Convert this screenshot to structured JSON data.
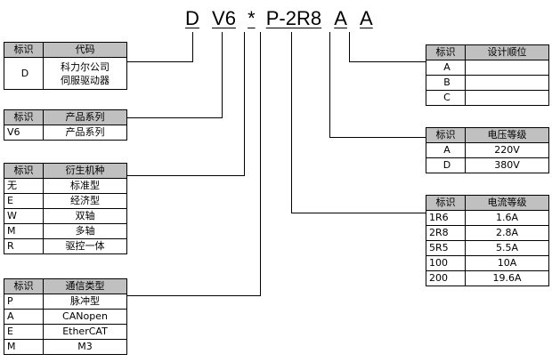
{
  "code_parts": [
    "D",
    "V6",
    "*",
    "P-2R8",
    "A",
    "A"
  ],
  "tables": {
    "code": {
      "header": [
        "标识",
        "代码"
      ],
      "rows": [
        [
          "D",
          "科力尔公司\n伺服驱动器"
        ]
      ]
    },
    "series": {
      "header": [
        "标识",
        "产品系列"
      ],
      "rows": [
        [
          "V6",
          "产品系列"
        ]
      ]
    },
    "derivative": {
      "header": [
        "标识",
        "衍生机种"
      ],
      "rows": [
        [
          "无",
          "标准型"
        ],
        [
          "E",
          "经济型"
        ],
        [
          "W",
          "双轴"
        ],
        [
          "M",
          "多轴"
        ],
        [
          "R",
          "驱控一体"
        ]
      ]
    },
    "comm": {
      "header": [
        "标识",
        "通信类型"
      ],
      "rows": [
        [
          "P",
          "脉冲型"
        ],
        [
          "A",
          "CANopen"
        ],
        [
          "E",
          "EtherCAT"
        ],
        [
          "M",
          "M3"
        ]
      ]
    },
    "design": {
      "header": [
        "标识",
        "设计顺位"
      ],
      "rows": [
        [
          "A",
          ""
        ],
        [
          "B",
          ""
        ],
        [
          "C",
          ""
        ]
      ]
    },
    "voltage": {
      "header": [
        "标识",
        "电压等级"
      ],
      "rows": [
        [
          "A",
          "220V"
        ],
        [
          "D",
          "380V"
        ]
      ]
    },
    "current": {
      "header": [
        "标识",
        "电流等级"
      ],
      "rows": [
        [
          "1R6",
          "1.6A"
        ],
        [
          "2R8",
          "2.8A"
        ],
        [
          "5R5",
          "5.5A"
        ],
        [
          "100",
          "10A"
        ],
        [
          "200",
          "19.6A"
        ]
      ]
    }
  }
}
